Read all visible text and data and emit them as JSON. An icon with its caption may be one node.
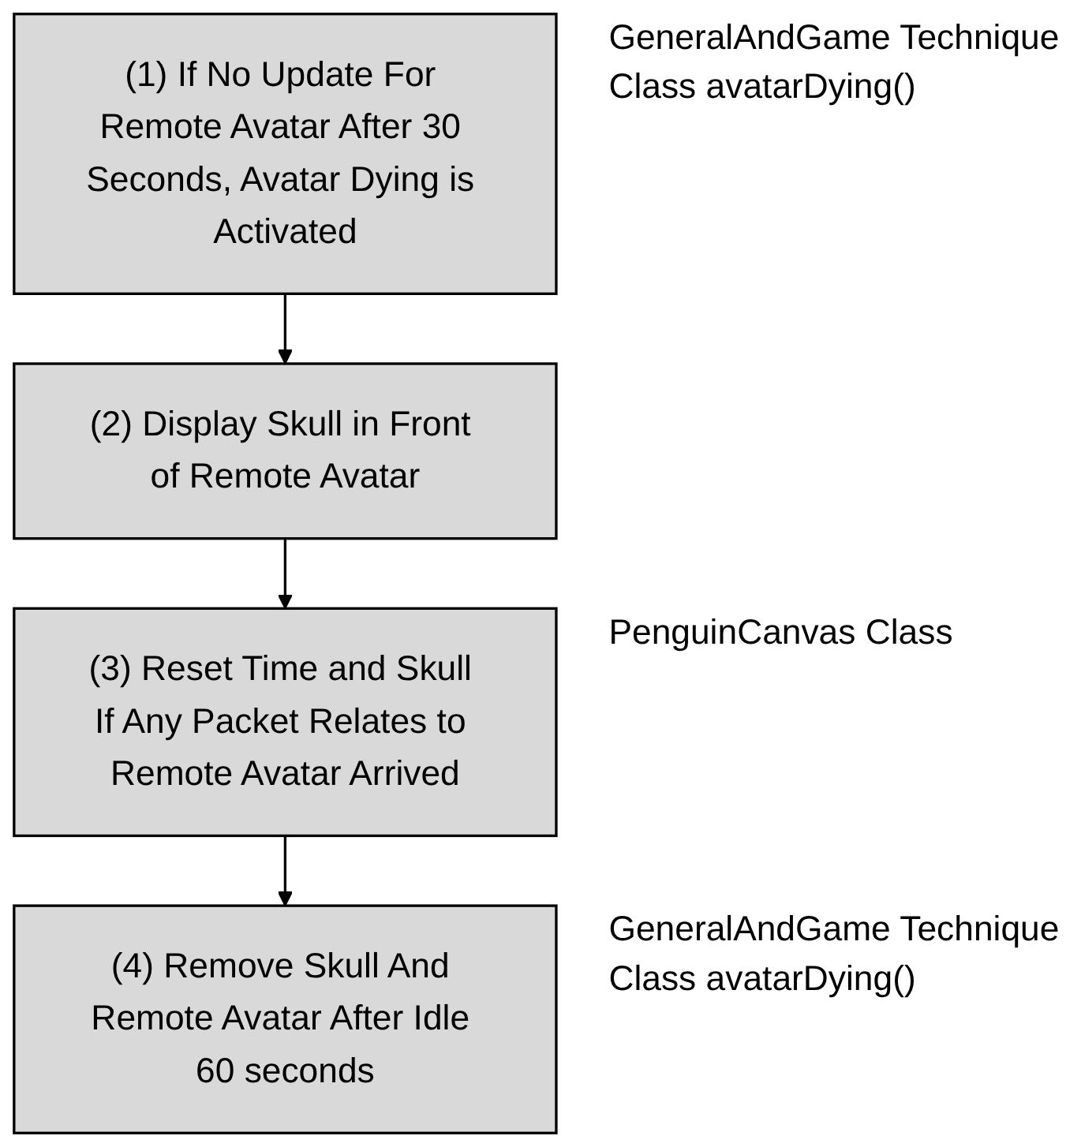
{
  "diagram": {
    "nodes": [
      {
        "text": [
          "(1) If No Update For Remote Avatar After 30 Seconds, Avatar Dying is Activated"
        ],
        "beside": [
          "GeneralAndGame Technique Class avatarDying()"
        ]
      },
      {
        "text": [
          "(2) Display Skull in Front of Remote Avatar"
        ]
      },
      {
        "text": [
          "(3) Reset Time and Skull If Any Packet Relates to Remote Avatar Arrived"
        ],
        "beside": [
          "PenguinCanvas Class"
        ]
      },
      {
        "text": [
          "(4) Remove Skull And Remote Avatar After Idle 60 seconds"
        ],
        "beside": [
          "GeneralAndGame Technique Class avatarDying()"
        ]
      }
    ],
    "edges": [
      {
        "from": 0,
        "to": 1,
        "arrow": "to"
      },
      {
        "from": 1,
        "to": 2,
        "arrow": "to"
      },
      {
        "from": 2,
        "to": 3,
        "arrow": "to"
      }
    ]
  }
}
